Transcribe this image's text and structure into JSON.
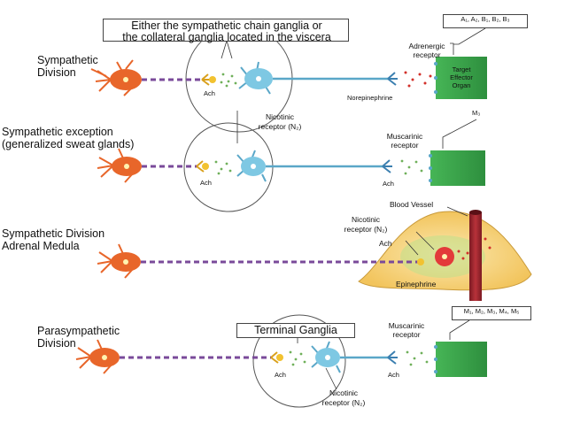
{
  "ganglia_note": {
    "line1": "Either the sympathetic chain ganglia or",
    "line2": "the collateral ganglia located in the viscera"
  },
  "rows": {
    "sympathetic": {
      "title_line1": "Sympathetic",
      "title_line2": "Division",
      "ach_label": "Ach",
      "receptor_line1": "Adrenergic",
      "receptor_line2": "receptor",
      "receptor_types": "A₁, A₂, B₁, B₂, B₃",
      "neurotransmitter": "Norepinephrine",
      "target_line1": "Target",
      "target_line2": "Effector",
      "target_line3": "Organ"
    },
    "nicotinic_label": {
      "line1": "Nicotinic",
      "line2": "receptor (N₂)"
    },
    "sweat": {
      "title_line1": "Sympathetic exception",
      "title_line2": "(generalized sweat glands)",
      "ach_label": "Ach",
      "ach_label_2": "Ach",
      "receptor_line1": "Muscarinic",
      "receptor_line2": "receptor",
      "receptor_type": "M₃"
    },
    "adrenal": {
      "title_line1": "Sympathetic Division",
      "title_line2": "Adrenal Medula",
      "blood_vessel": "Blood Vessel",
      "receptor_line1": "Nicotinic",
      "receptor_line2": "receptor (N₂)",
      "ach_label": "Ach",
      "hormone": "Epinephrine"
    },
    "parasympathetic": {
      "title_line1": "Parasympathetic",
      "title_line2": "Division",
      "ganglia_label": "Terminal Ganglia",
      "ach_label": "Ach",
      "ach_label_2": "Ach",
      "receptor_line1": "Muscarinic",
      "receptor_line2": "receptor",
      "receptor_types": "M₁, M₂, M₃, M₄, M₅",
      "nicotinic_line1": "Nicotinic",
      "nicotinic_line2": "receptor (N₂)"
    }
  },
  "colors": {
    "preganglionic_neuron": "#e8662a",
    "ganglion_neuron": "#7ec8e3",
    "axon_dash": "#7a4a9a",
    "target_green": "#3aa64a",
    "adrenal_yellow": "#f7d27a",
    "adrenal_cell": "#e33a3a",
    "vessel_red": "#a3262e"
  }
}
